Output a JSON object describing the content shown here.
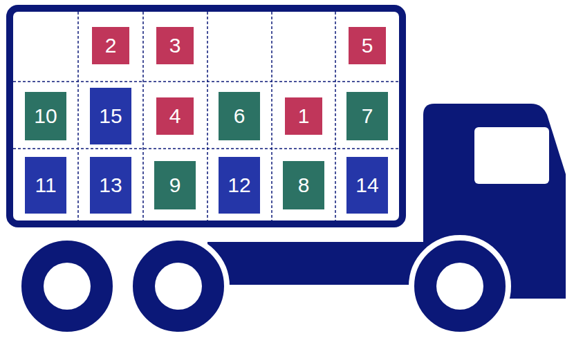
{
  "diagram": {
    "nodes": [
      {
        "text": [
          "2"
        ]
      },
      {
        "text": [
          "3"
        ]
      },
      {
        "text": [
          "5"
        ]
      },
      {
        "text": [
          "10"
        ]
      },
      {
        "text": [
          "15"
        ]
      },
      {
        "text": [
          "4"
        ]
      },
      {
        "text": [
          "6"
        ]
      },
      {
        "text": [
          "1"
        ]
      },
      {
        "text": [
          "7"
        ]
      },
      {
        "text": [
          "11"
        ]
      },
      {
        "text": [
          "13"
        ]
      },
      {
        "text": [
          "9"
        ]
      },
      {
        "text": [
          "12"
        ]
      },
      {
        "text": [
          "8"
        ]
      },
      {
        "text": [
          "14"
        ]
      }
    ]
  }
}
